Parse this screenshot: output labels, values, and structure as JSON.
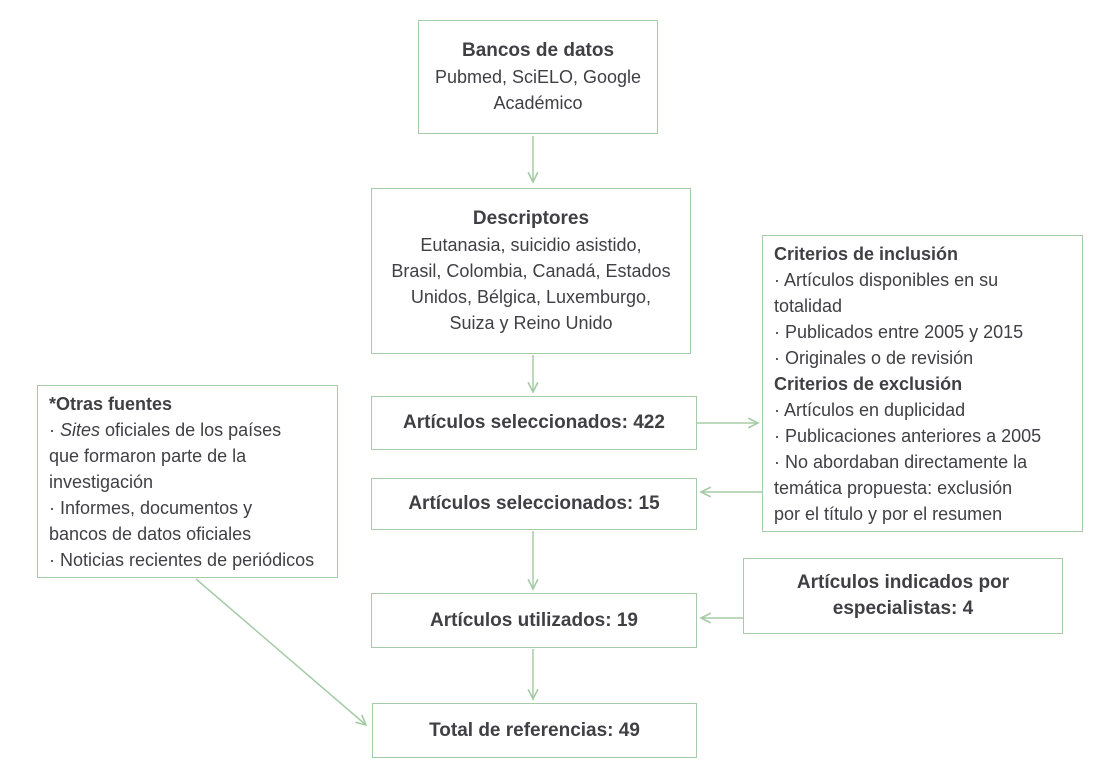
{
  "colors": {
    "box_border": "#a6cba7",
    "arrow": "#a6cba7",
    "text": "#3f3f44",
    "background": "#ffffff"
  },
  "nodes": {
    "bancos": {
      "title": "Bancos de datos",
      "body": "Pubmed, SciELO, Google\nAcadémico"
    },
    "descriptores": {
      "title": "Descriptores",
      "body": "Eutanasia, suicidio asistido,\nBrasil, Colombia, Canadá, Estados\nUnidos, Bélgica, Luxemburgo,\nSuiza y Reino Unido"
    },
    "seleccionados_422": {
      "label": "Artículos seleccionados: 422"
    },
    "seleccionados_15": {
      "label": "Artículos seleccionados: 15"
    },
    "utilizados_19": {
      "label": "Artículos utilizados: 19"
    },
    "total_49": {
      "label": "Total de referencias: 49"
    },
    "criterios": {
      "inclusion_title": "Criterios de inclusión",
      "inclusion_items": [
        "· Artículos disponibles en su\ntotalidad",
        "· Publicados entre 2005 y 2015",
        "· Originales o de revisión"
      ],
      "exclusion_title": "Criterios de exclusión",
      "exclusion_items": [
        "· Artículos en duplicidad",
        "· Publicaciones anteriores a 2005",
        "· No abordaban directamente la\ntemática propuesta: exclusión\npor el título y por el resumen"
      ]
    },
    "especialistas": {
      "label": "Artículos indicados por\nespecialistas: 4"
    },
    "otras_fuentes": {
      "title": "*Otras fuentes",
      "item_sites_bullet": "· ",
      "item_sites_italic": "Sites",
      "item_sites_rest": " oficiales de los países\nque formaron parte de la\ninvestigación",
      "item_informes": "· Informes, documentos y\nbancos de datos oficiales",
      "item_noticias": "· Noticias recientes de periódicos"
    }
  },
  "edges": [
    {
      "from": "bancos",
      "to": "descriptores"
    },
    {
      "from": "descriptores",
      "to": "seleccionados_422"
    },
    {
      "from": "seleccionados_422",
      "to": "criterios"
    },
    {
      "from": "criterios",
      "to": "seleccionados_15"
    },
    {
      "from": "seleccionados_15",
      "to": "utilizados_19"
    },
    {
      "from": "especialistas",
      "to": "utilizados_19"
    },
    {
      "from": "utilizados_19",
      "to": "total_49"
    },
    {
      "from": "otras_fuentes",
      "to": "total_49"
    }
  ]
}
